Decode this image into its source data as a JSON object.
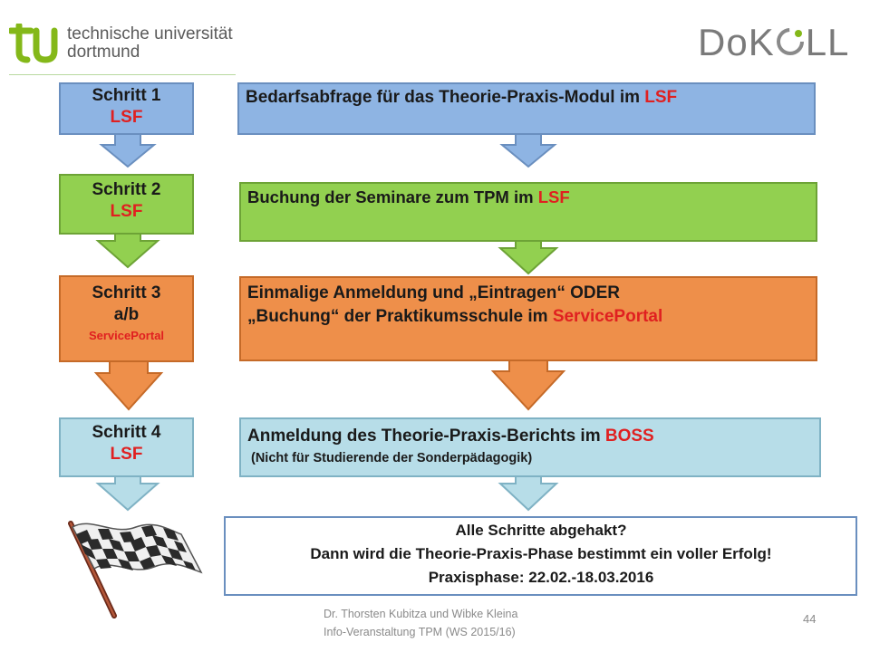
{
  "logo_tu": {
    "line1": "technische universität",
    "line2": "dortmund"
  },
  "logo_dokoll": {
    "text_before": "DoK",
    "text_after": "LL"
  },
  "steps": [
    {
      "title": "Schritt 1",
      "system": "LSF",
      "color": "#8eb4e3",
      "description": "Bedarfsabfrage für das Theorie-Praxis-Modul im ",
      "description_system": "LSF"
    },
    {
      "title": "Schritt 2",
      "system": "LSF",
      "color": "#92d050",
      "description": "Buchung der Seminare zum TPM im ",
      "description_system": "LSF"
    },
    {
      "title": "Schritt 3",
      "title_line2": "a/b",
      "system": "ServicePortal",
      "color": "#ee8f4a",
      "description_line1": "Einmalige Anmeldung  und „Eintragen“ ODER",
      "description_line2": "„Buchung“ der Praktikumsschule im ",
      "description_system": "ServicePortal"
    },
    {
      "title": "Schritt 4",
      "system": "LSF",
      "color": "#b7dde8",
      "description": "Anmeldung des Theorie-Praxis-Berichts im ",
      "description_system": "BOSS",
      "description_note": "(Nicht für Studierende der Sonderpädagogik)"
    }
  ],
  "final_box": {
    "line1": "Alle Schritte abgehakt?",
    "line2": "Dann wird die Theorie-Praxis-Phase bestimmt ein voller Erfolg!",
    "line3": "Praxisphase: 22.02.-18.03.2016"
  },
  "footer": {
    "authors": "Dr. Thorsten Kubitza und Wibke Kleina",
    "event": "Info-Veranstaltung TPM (WS 2015/16)",
    "page_number": "44"
  },
  "icons": [
    "tu-logo-icon",
    "dokoll-logo-icon",
    "checkered-flag-icon"
  ]
}
